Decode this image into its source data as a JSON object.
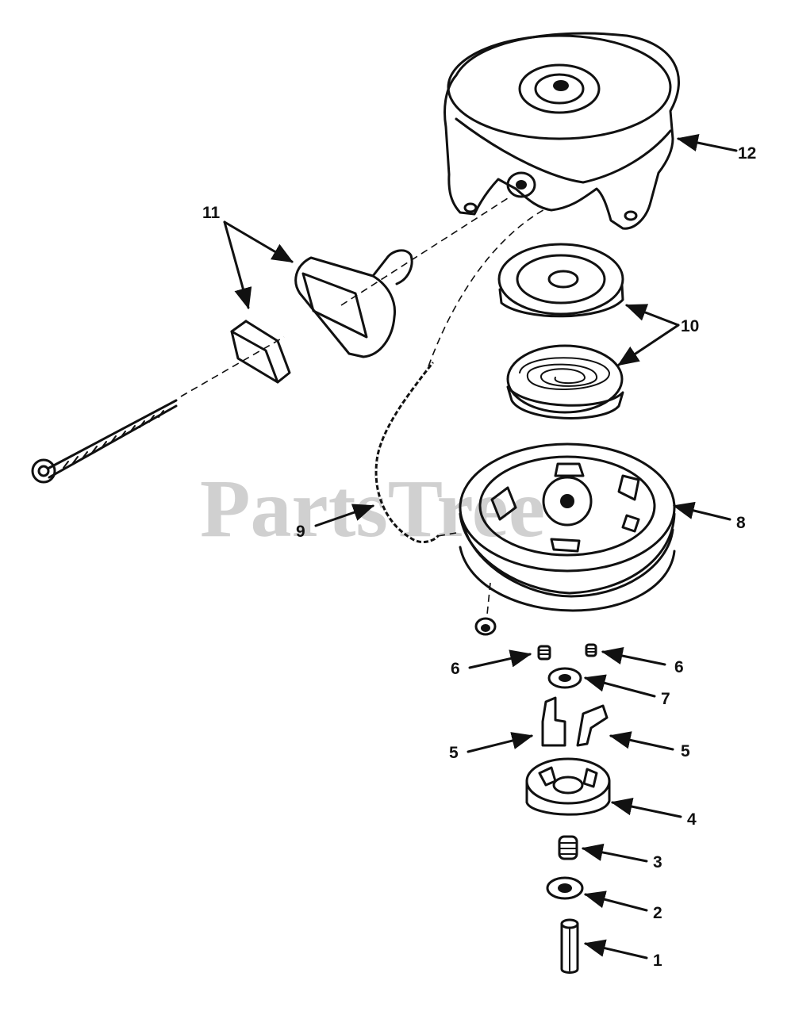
{
  "watermark": "PartsTree",
  "callouts": {
    "c1": "1",
    "c2": "2",
    "c3": "3",
    "c4": "4",
    "c5a": "5",
    "c5b": "5",
    "c6a": "6",
    "c6b": "6",
    "c7": "7",
    "c8": "8",
    "c9": "9",
    "c10": "10",
    "c11": "11",
    "c12": "12"
  },
  "colors": {
    "ink": "#111111",
    "background": "#ffffff",
    "watermark": "#c8c8c8"
  }
}
